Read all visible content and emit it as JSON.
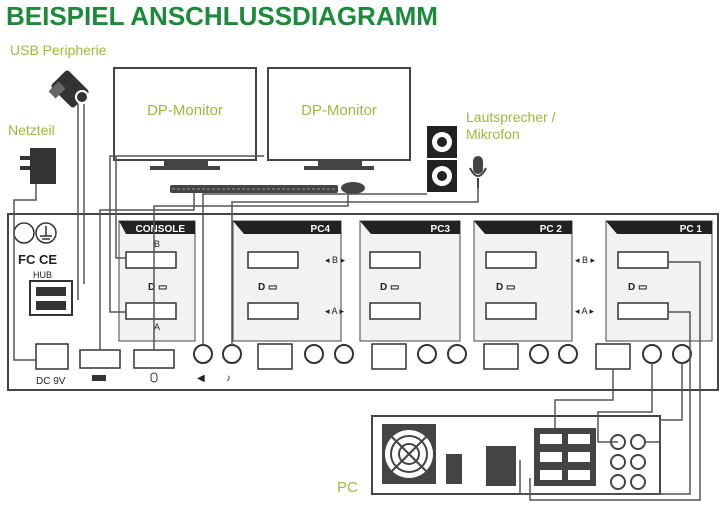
{
  "title": "BEISPIEL ANSCHLUSSDIAGRAMM",
  "labels": {
    "usb": "USB Peripherie",
    "power": "Netzteil",
    "monitor_left": "DP-Monitor",
    "monitor_right": "DP-Monitor",
    "speaker_line1": "Lautsprecher /",
    "speaker_line2": "Mikrofon",
    "pc": "PC"
  },
  "kvm": {
    "console": "CONSOLE",
    "pc4": "PC4",
    "pc3": "PC3",
    "pc2": "PC 2",
    "pc1": "PC 1",
    "port_a": "A",
    "port_b": "B",
    "arrow_a": "◂ A ▸",
    "arrow_b": "◂ B ▸",
    "hub": "HUB",
    "dc": "DC 9V",
    "fcc": "FC CE"
  },
  "colors": {
    "title": "#1b8a3a",
    "label": "#9bbb3c",
    "line": "#444444",
    "panel": "#f2f2f2",
    "dark": "#222222"
  },
  "icons": {
    "usb_device": "usb-stick-icon",
    "power": "power-adapter-icon",
    "speaker": "speaker-icon",
    "mic": "microphone-icon",
    "keyboard": "keyboard-icon",
    "mouse": "mouse-icon",
    "fan": "fan-icon",
    "ground": "ground-icon"
  }
}
